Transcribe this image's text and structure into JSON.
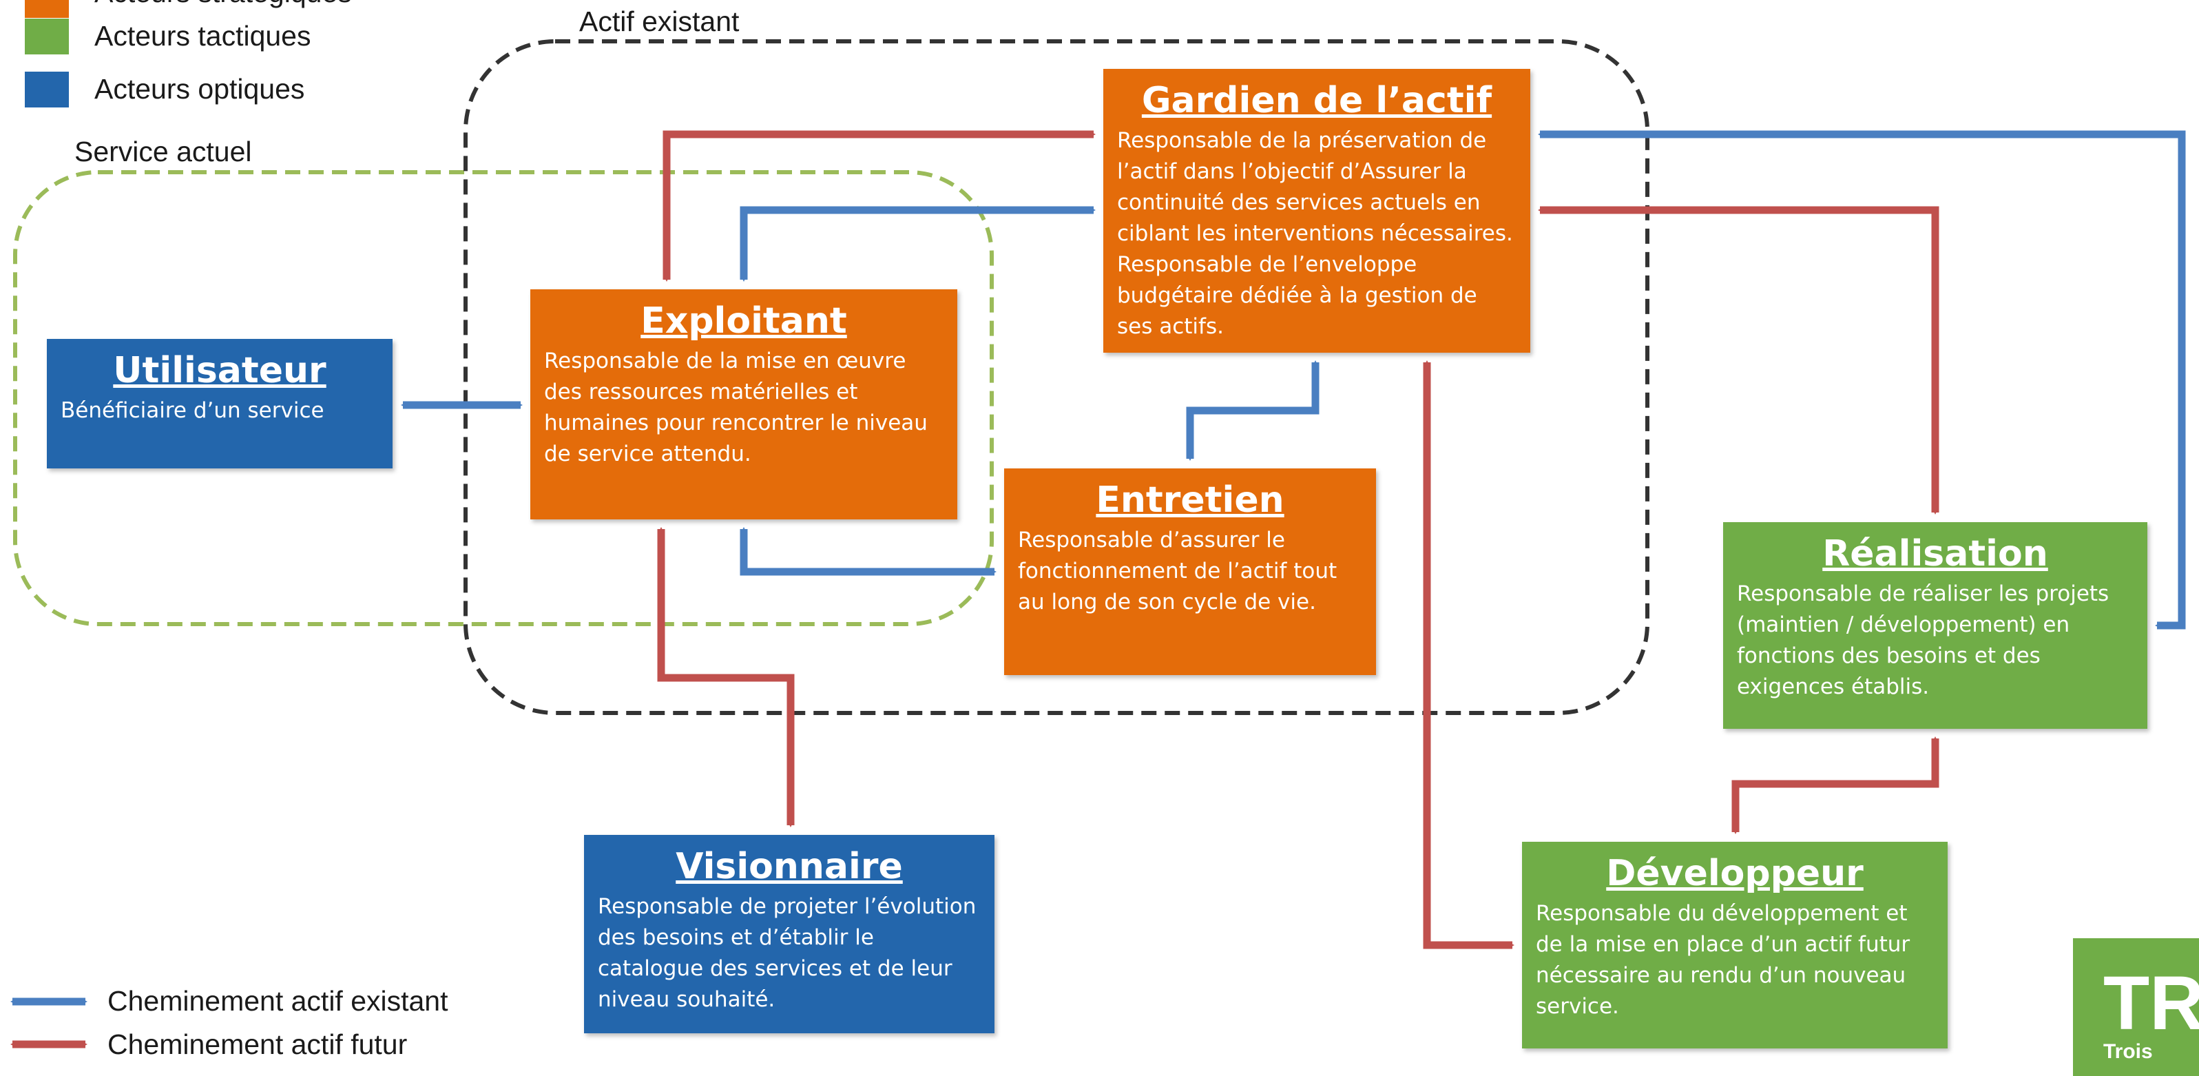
{
  "legend": {
    "items": [
      {
        "label": "Acteurs stratégiques",
        "color": "#E46C0A"
      },
      {
        "label": "Acteurs tactiques",
        "color": "#70AD47"
      },
      {
        "label": "Acteurs optiques",
        "color": "#2366AC"
      }
    ],
    "paths": [
      {
        "label": "Cheminement actif existant",
        "color": "#4A7FC1"
      },
      {
        "label": "Cheminement actif futur",
        "color": "#C0504D"
      }
    ]
  },
  "regions": {
    "actif_existant": "Actif existant",
    "service_actuel": "Service actuel"
  },
  "boxes": {
    "gardien": {
      "title": "Gardien de l’actif",
      "desc": "Responsable de la préservation de l’actif dans l’objectif d’Assurer la continuité des services actuels en ciblant les interventions nécessaires. Responsable de l’enveloppe budgétaire dédiée à la gestion de ses actifs."
    },
    "exploitant": {
      "title": "Exploitant",
      "desc": "Responsable de la mise en œuvre des ressources matérielles et humaines pour rencontrer le niveau de service attendu."
    },
    "utilisateur": {
      "title": "Utilisateur",
      "desc": "Bénéficiaire d’un service"
    },
    "entretien": {
      "title": "Entretien",
      "desc": "Responsable d’assurer le fonctionnement de l’actif tout au long de son cycle de vie."
    },
    "realisation": {
      "title": "Réalisation",
      "desc": "Responsable de réaliser les projets (maintien / développement) en fonctions des besoins et des exigences établis."
    },
    "visionnaire": {
      "title": "Visionnaire",
      "desc": "Responsable de projeter l’évolution des besoins et d’établir le catalogue des services et de leur niveau souhaité."
    },
    "developpeur": {
      "title": "Développeur",
      "desc": "Responsable du développement et de la mise en place d’un actif futur nécessaire au rendu d’un nouveau service."
    }
  },
  "logo": {
    "text": "TR",
    "sub": "Trois"
  }
}
